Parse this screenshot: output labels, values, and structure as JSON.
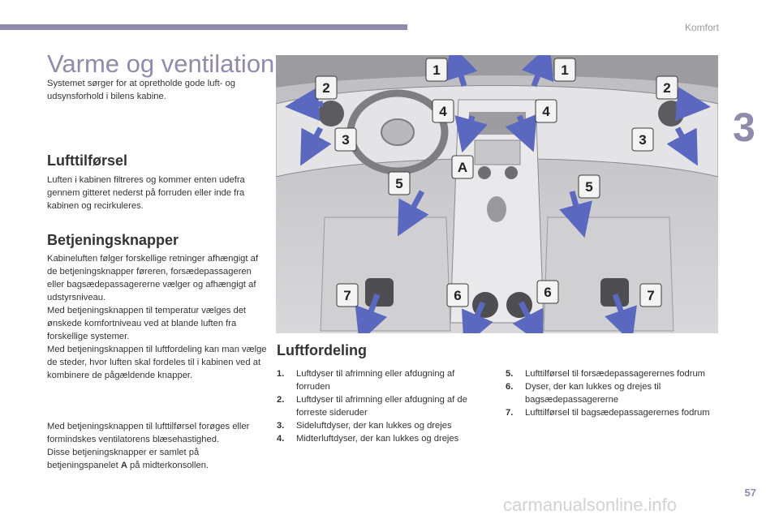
{
  "header": {
    "section": "Komfort",
    "chapter": "3"
  },
  "title": "Varme og ventilation",
  "intro": "Systemet sørger for at opretholde gode luft- og udsynsforhold i bilens kabine.",
  "lufttilforsel": {
    "heading": "Lufttilførsel",
    "text": "Luften i kabinen filtreres og kommer enten udefra gennem gitteret nederst på forruden eller inde fra kabinen og recirkuleres."
  },
  "betjening": {
    "heading": "Betjeningsknapper",
    "text": "Kabineluften følger forskellige retninger afhængigt af de betjeningsknapper føreren, forsædepassageren eller bagsædepassagererne vælger og afhængigt af udstyrsniveau.\nMed betjeningsknappen til temperatur vælges det ønskede komfortniveau ved at blande luften fra forskellige systemer.\nMed betjeningsknappen til luftfordeling kan man vælge de steder, hvor luften skal fordeles til i kabinen ved at kombinere de pågældende knapper.",
    "text2_a": "Med betjeningsknappen til lufttilførsel forøges eller formindskes ventilatorens blæsehastighed.\nDisse betjeningsknapper er samlet på betjeningspanelet ",
    "text2_bold": "A",
    "text2_b": " på midterkonsollen."
  },
  "luftfordeling": {
    "heading": "Luftfordeling",
    "left_items": [
      {
        "num": "1.",
        "text": "Luftdyser til afrimning eller afdugning af forruden"
      },
      {
        "num": "2.",
        "text": "Luftdyser til afrimning eller afdugning af de forreste sideruder"
      },
      {
        "num": "3.",
        "text": "Sideluftdyser, der kan lukkes og drejes"
      },
      {
        "num": "4.",
        "text": "Midterluftdyser, der kan lukkes og drejes"
      }
    ],
    "right_items": [
      {
        "num": "5.",
        "text": "Lufttilførsel til forsædepassagerernes fodrum"
      },
      {
        "num": "6.",
        "text": "Dyser, der kan lukkes og drejes til bagsædepassagererne"
      },
      {
        "num": "7.",
        "text": "Lufttilførsel til bagsædepassagerernes fodrum"
      }
    ]
  },
  "diagram": {
    "labels": [
      "1",
      "1",
      "2",
      "2",
      "3",
      "3",
      "4",
      "4",
      "A",
      "5",
      "5",
      "6",
      "6",
      "7",
      "7"
    ],
    "colors": {
      "arrow": "#5a68c0",
      "label_fill": "#f4f4f4",
      "label_stroke": "#3a3a3a",
      "bg": "#cfcfd2"
    }
  },
  "page_number": "57",
  "watermark": "carmanualsonline.info"
}
